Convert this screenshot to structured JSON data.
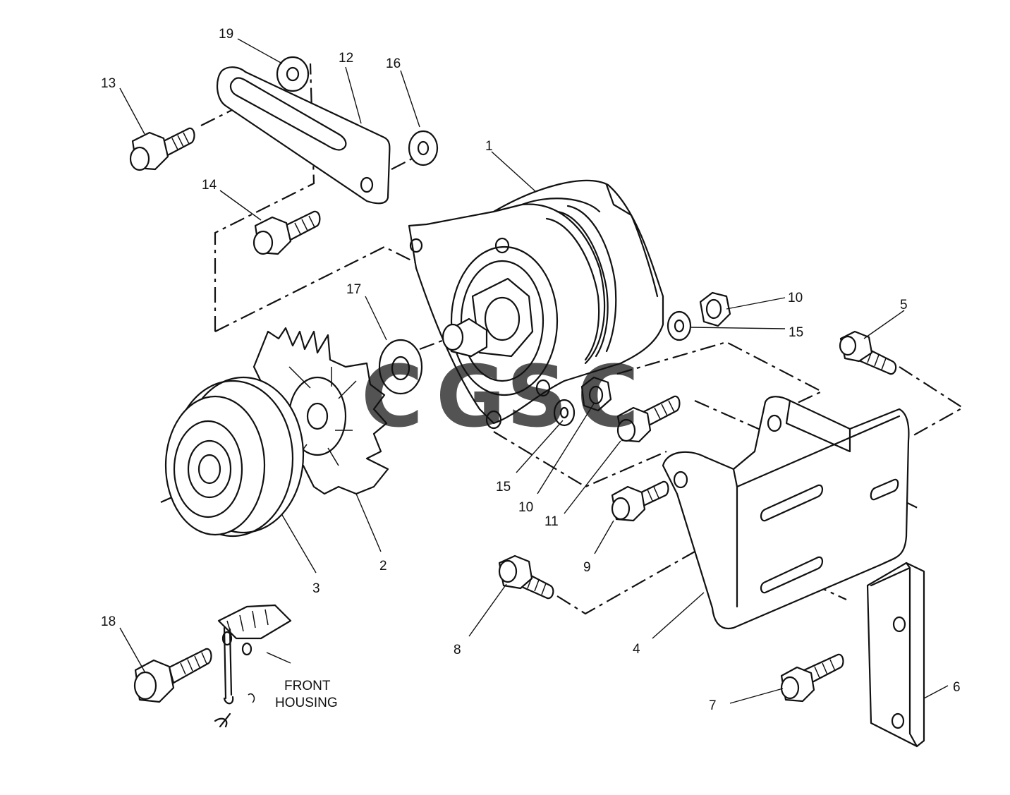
{
  "callouts": [
    "1",
    "2",
    "3",
    "4",
    "5",
    "6",
    "7",
    "8",
    "9",
    "10",
    "10",
    "11",
    "12",
    "13",
    "14",
    "15",
    "15",
    "16",
    "17",
    "18",
    "19"
  ],
  "note_lines": [
    "FRONT",
    "HOUSING"
  ],
  "watermark": {
    "letters": [
      "C",
      "G",
      "S",
      "C"
    ],
    "colors": [
      "#4285F4",
      "#EA4335",
      "#FBBC05",
      "#34A853"
    ]
  }
}
